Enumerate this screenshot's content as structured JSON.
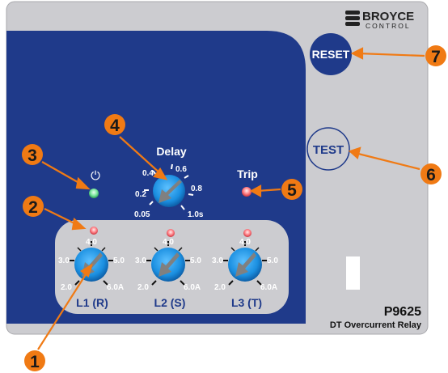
{
  "brand": {
    "name_top": "BROYCE",
    "name_bottom": "CONTROL"
  },
  "buttons": {
    "reset": "RESET",
    "test": "TEST"
  },
  "indicators": {
    "power_symbol": "⏻",
    "delay_title": "Delay",
    "trip_label": "Trip"
  },
  "delay_dial": {
    "labels": [
      "0.05",
      "0.2",
      "0.4",
      "0.6",
      "0.8",
      "1.0s"
    ]
  },
  "current_dials": [
    {
      "label": "L1 (R)",
      "scale": [
        "2.0",
        "3.0",
        "4.0",
        "5.0",
        "6.0A"
      ]
    },
    {
      "label": "L2 (S)",
      "scale": [
        "2.0",
        "3.0",
        "4.0",
        "5.0",
        "6.0A"
      ]
    },
    {
      "label": "L3 (T)",
      "scale": [
        "2.0",
        "3.0",
        "4.0",
        "5.0",
        "6.0A"
      ]
    }
  ],
  "model": {
    "number": "P9625",
    "description": "DT Overcurrent Relay"
  },
  "callouts": [
    "1",
    "2",
    "3",
    "4",
    "5",
    "6",
    "7"
  ],
  "colors": {
    "panel": "#ccccd0",
    "panel_dark": "#1f3a8a",
    "reset_button": "#1f3a8a",
    "dial_blue": "#1b8fe0",
    "callout_orange": "#f07a14",
    "led_green": "#7ce8a0",
    "led_red": "#ff7f85"
  }
}
